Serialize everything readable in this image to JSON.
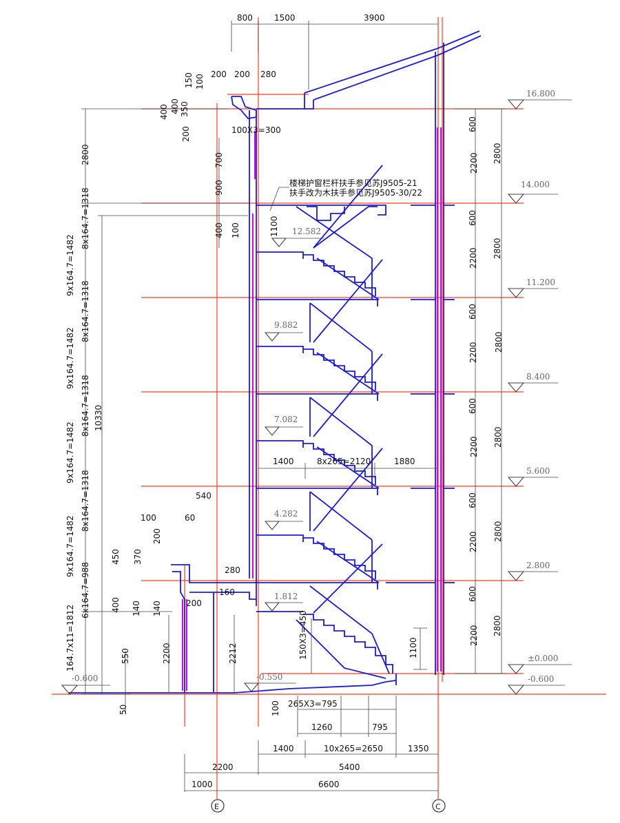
{
  "top_dims": [
    "800",
    "1500",
    "3900"
  ],
  "roof_dims": [
    "150",
    "100",
    "200",
    "200",
    "280",
    "400",
    "400",
    "350",
    "200",
    "100X3=300"
  ],
  "left_col_a": [
    "700",
    "900",
    "400",
    "100"
  ],
  "left_col_b": [
    "2800",
    "8x164.7=1318",
    "9x164.7=1482",
    "8x164.7=1318",
    "9x164.7=1482",
    "8x164.7=1318",
    "9x164.7=1482",
    "8x164.7=1318",
    "9x164.7=1482",
    "6x164.7=988",
    "164.7x11=1812",
    "10330"
  ],
  "lower_left_dims": [
    "540",
    "100",
    "60",
    "450",
    "370",
    "200",
    "400",
    "140",
    "140",
    "200",
    "2200",
    "2212",
    "550",
    "50",
    "280",
    "160"
  ],
  "note_lines": [
    "楼梯护窗栏杆扶手参见苏J9505-21",
    "扶手改为木扶手参见苏J9505-30/22"
  ],
  "landing_levels": [
    "12.582",
    "9.882",
    "7.082",
    "4.282",
    "1.812",
    "-0.550"
  ],
  "floor_levels": [
    "16.800",
    "14.000",
    "11.200",
    "8.400",
    "5.600",
    "2.800",
    "±0.000",
    "-0.600"
  ],
  "left_ground_level": "-0.600",
  "right_dims": [
    "600",
    "2200",
    "2800",
    "600",
    "2200",
    "2800",
    "600",
    "2200",
    "2800",
    "600",
    "2200",
    "2800",
    "600",
    "2200",
    "2800",
    "600",
    "2200",
    "2800"
  ],
  "mid_dims": [
    "1400",
    "8x265=2120",
    "1880"
  ],
  "stair_dims": [
    "1100",
    "1100",
    "150X3=450"
  ],
  "bottom_dims": [
    "100",
    "265X3=795",
    "1260",
    "795",
    "1400",
    "10x265=2650",
    "1350",
    "2200",
    "5400",
    "1000",
    "6600"
  ],
  "axes": [
    "E",
    "C"
  ],
  "colors": {
    "axis": "#ff3b1f",
    "wall": "#1a1adf",
    "rail": "#d400ff",
    "dim": "#444444"
  }
}
